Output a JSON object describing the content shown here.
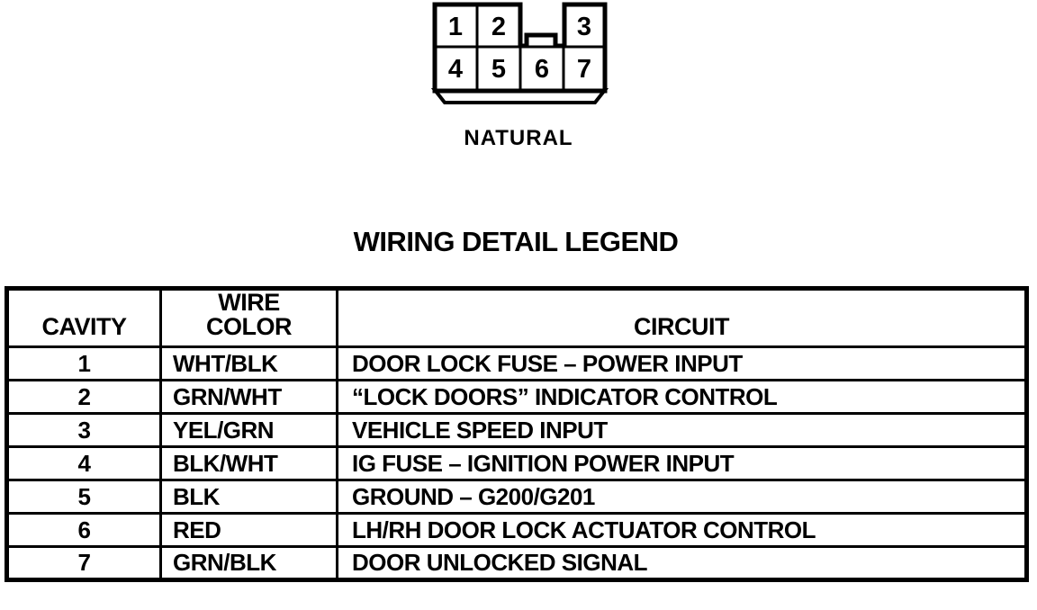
{
  "connector": {
    "color_label": "NATURAL",
    "cavity_numbers": {
      "top": [
        "1",
        "2",
        "3"
      ],
      "bottom": [
        "4",
        "5",
        "6",
        "7"
      ]
    }
  },
  "legend": {
    "title": "WIRING DETAIL LEGEND",
    "columns": {
      "cavity": "CAVITY",
      "wire_color_line1": "WIRE",
      "wire_color_line2": "COLOR",
      "circuit": "CIRCUIT"
    },
    "rows": [
      {
        "cavity": "1",
        "wire_color": "WHT/BLK",
        "circuit": "DOOR LOCK FUSE – POWER INPUT"
      },
      {
        "cavity": "2",
        "wire_color": "GRN/WHT",
        "circuit": "“LOCK DOORS” INDICATOR CONTROL"
      },
      {
        "cavity": "3",
        "wire_color": "YEL/GRN",
        "circuit": "VEHICLE SPEED INPUT"
      },
      {
        "cavity": "4",
        "wire_color": "BLK/WHT",
        "circuit": "IG FUSE – IGNITION POWER INPUT"
      },
      {
        "cavity": "5",
        "wire_color": "BLK",
        "circuit": "GROUND – G200/G201"
      },
      {
        "cavity": "6",
        "wire_color": "RED",
        "circuit": "LH/RH DOOR LOCK ACTUATOR CONTROL"
      },
      {
        "cavity": "7",
        "wire_color": "GRN/BLK",
        "circuit": "DOOR UNLOCKED SIGNAL"
      }
    ]
  }
}
